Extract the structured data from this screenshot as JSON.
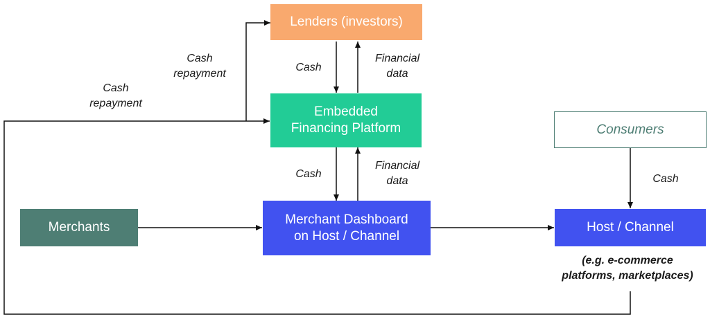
{
  "colors": {
    "lenders": "#F9A96E",
    "platform": "#22CC96",
    "merchants": "#4E7E74",
    "dashboard": "#4152F0",
    "host": "#4152F0",
    "consumers_border": "#4E7E74",
    "consumers_text": "#4E7E74",
    "arrow": "#111111"
  },
  "nodes": {
    "lenders": "Lenders (investors)",
    "platform": "Embedded\nFinancing Platform",
    "merchants": "Merchants",
    "dashboard": "Merchant Dashboard\non Host / Channel",
    "host": "Host / Channel",
    "consumers": "Consumers"
  },
  "labels": {
    "cash_repayment_upper": "Cash\nrepayment",
    "cash_repayment_lower": "Cash\nrepayment",
    "cash_lenders_to_platform": "Cash",
    "financial_data_to_lenders": "Financial\ndata",
    "cash_platform_to_dashboard": "Cash",
    "financial_data_to_platform": "Financial\ndata",
    "cash_consumers_to_host": "Cash",
    "host_examples": "(e.g. e-commerce\nplatforms, marketplaces)"
  }
}
